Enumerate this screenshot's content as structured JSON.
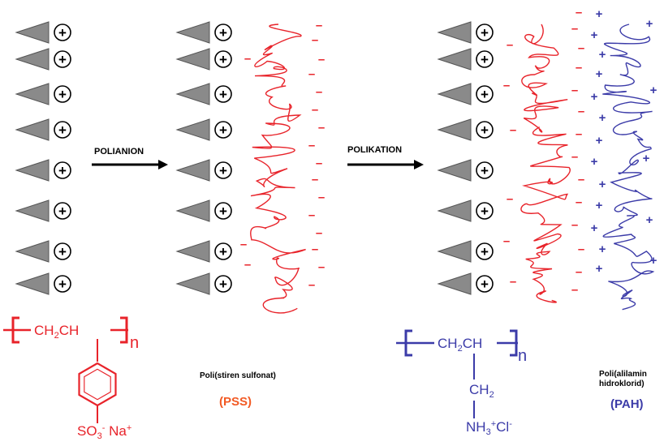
{
  "steps": {
    "step1_label": "POLIANION",
    "step2_label": "POLIKATION"
  },
  "charges": {
    "substrate": "+",
    "polyanion": "–",
    "polycation": "+"
  },
  "pss": {
    "name": "Poli(stiren sulfonat)",
    "abbr": "(PSS)",
    "backbone": "CH",
    "backbone_sub": "2",
    "backbone_tail": "CH",
    "repeat": "n",
    "sulfonate": "SO",
    "sulfonate_sub": "3",
    "sulfonate_sup": "-",
    "counterion": " Na",
    "counterion_sup": "+"
  },
  "pah": {
    "name_line1": "Poli(alilamin",
    "name_line2": "hidroklorid)",
    "abbr": "(PAH)",
    "backbone": "CH",
    "backbone_sub": "2",
    "backbone_tail": "CH",
    "repeat": "n",
    "side": "CH",
    "side_sub": "2",
    "amine": "NH",
    "amine_sub": "3",
    "amine_sup": "+",
    "chloride": "Cl",
    "chloride_sup": "-"
  },
  "colors": {
    "substrate": "#8a8a8a",
    "anion": "#e8232a",
    "cation": "#3b3ba8",
    "arrow": "#000000"
  }
}
